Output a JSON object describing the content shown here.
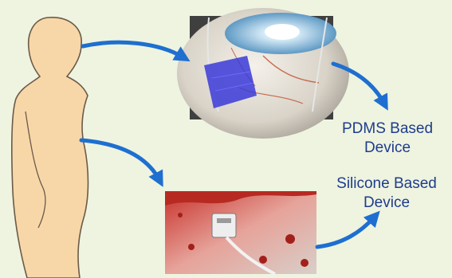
{
  "labels": {
    "pdms": [
      "PDMS Based",
      "Device"
    ],
    "silicone": [
      "Silicone Based",
      "Device"
    ]
  },
  "colors": {
    "background": "#eef4e0",
    "body_fill": "#f7d7a8",
    "body_outline": "#6b5a4a",
    "arrow": "#1e6fd0",
    "label_text": "#1f3c8c",
    "device_patch": "#3a3ad8"
  },
  "photos": {
    "eye": "eye-with-pdms-patch",
    "heart": "cardiac-tissue-with-silicone-device"
  }
}
